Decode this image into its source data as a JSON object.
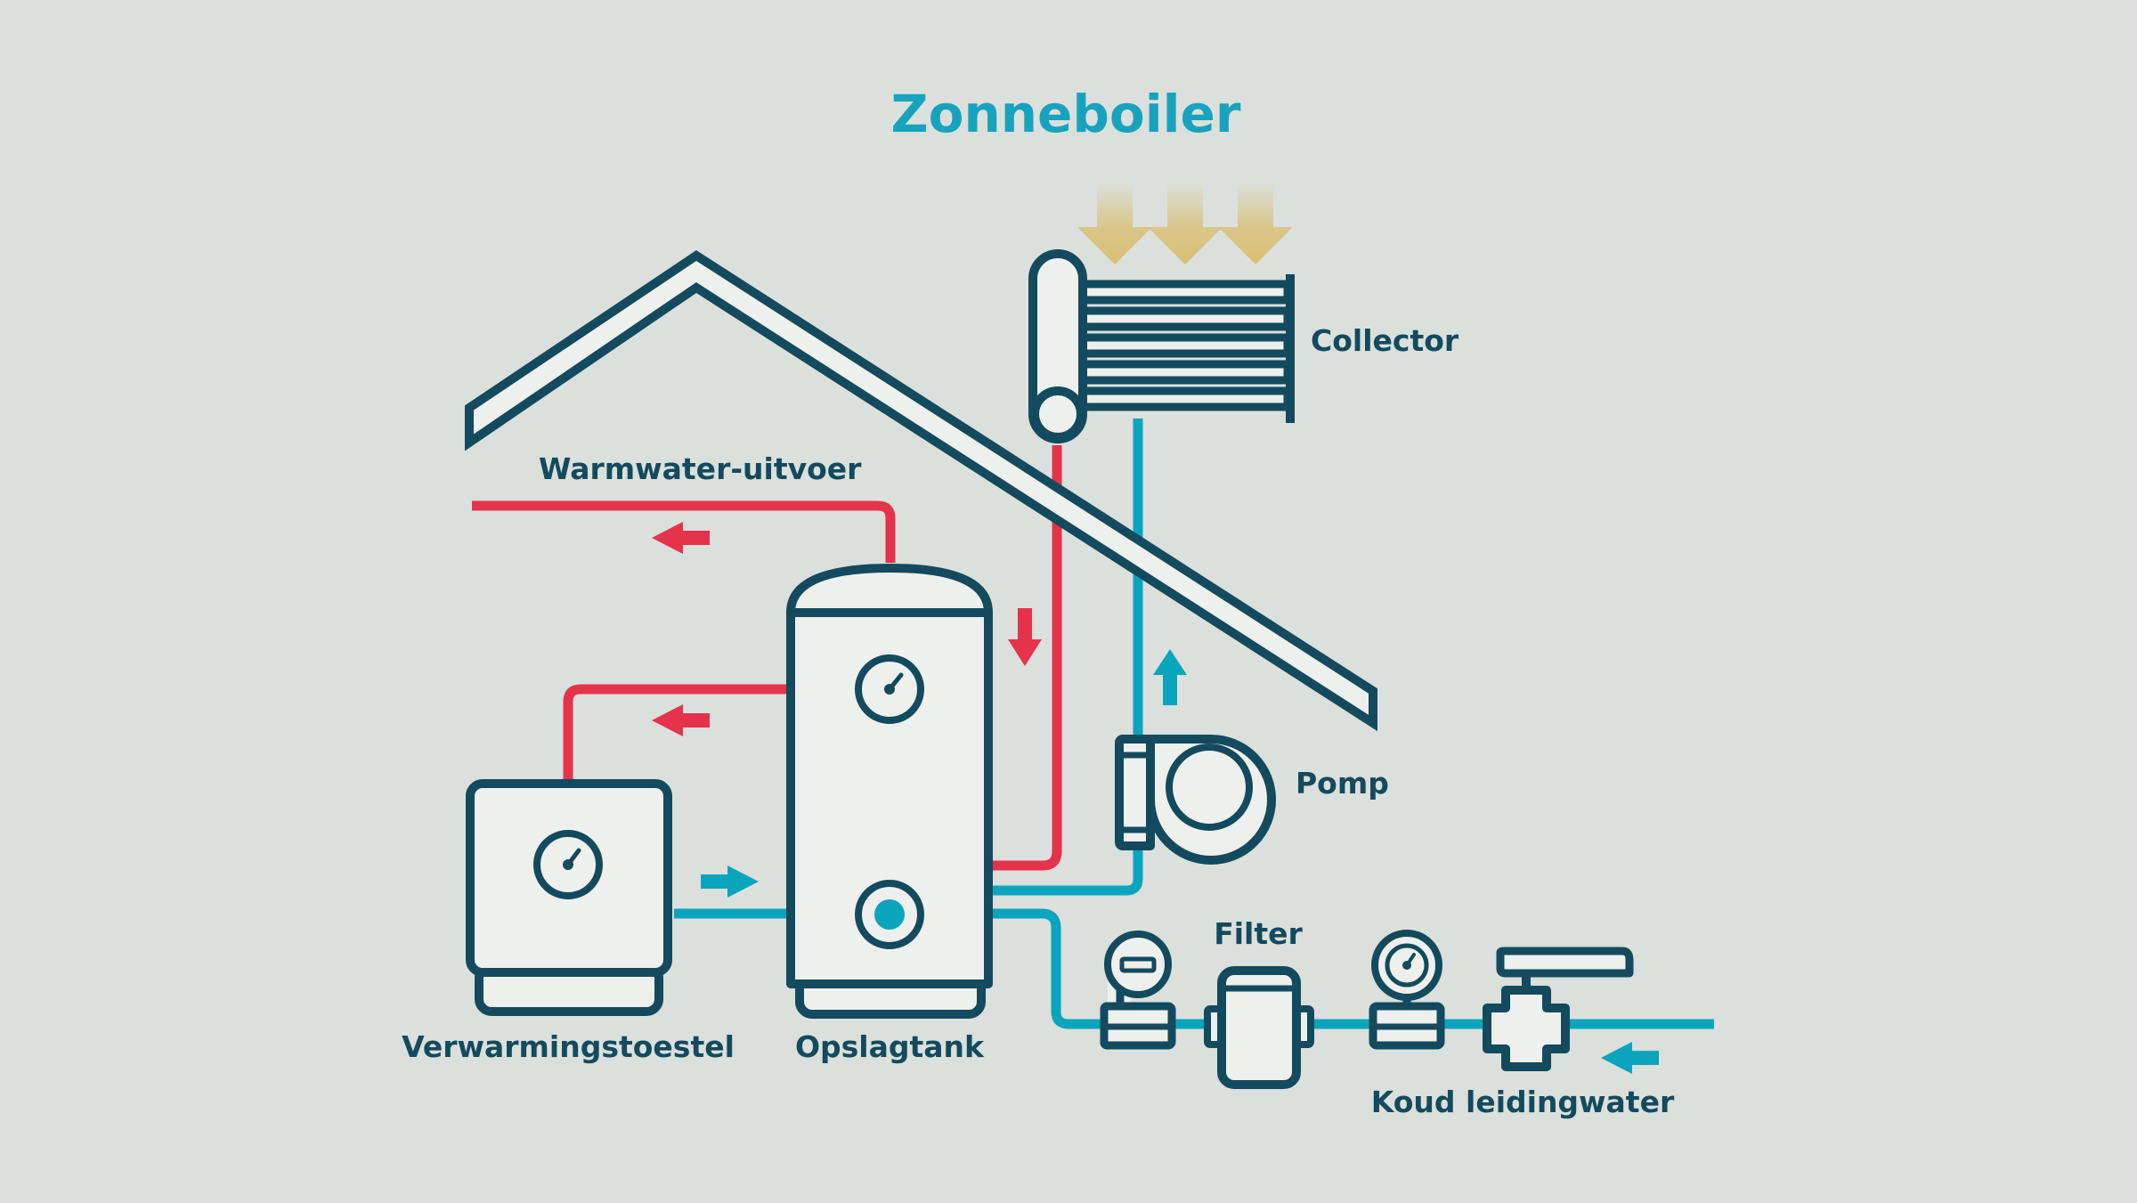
{
  "title": "Zonneboiler",
  "labels": {
    "collector": "Collector",
    "hot_water_out": "Warmwater-uitvoer",
    "pump": "Pomp",
    "filter": "Filter",
    "heater": "Verwarmingstoestel",
    "storage_tank": "Opslagtank",
    "cold_tap_water": "Koud leidingwater"
  },
  "colors": {
    "background": "#dbe0dc",
    "outline": "#134a5e",
    "fill": "#eef0ed",
    "hot": "#e5334b",
    "cold": "#0aa5bc",
    "sun": "#d9bf74",
    "title": "#17a3bd"
  }
}
